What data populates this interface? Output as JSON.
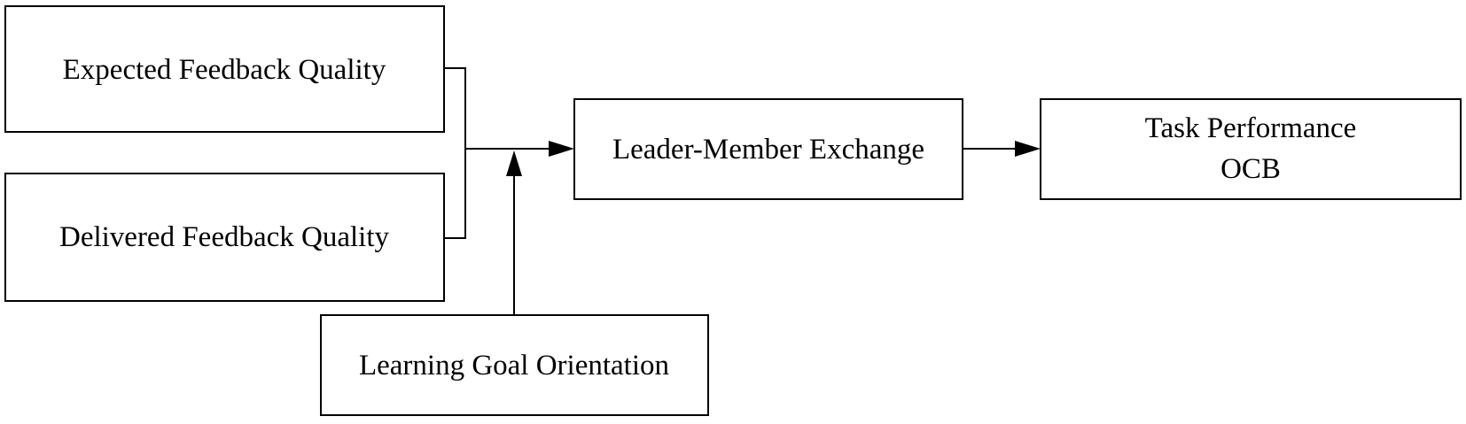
{
  "nodes": {
    "expected_feedback_quality": "Expected Feedback Quality",
    "delivered_feedback_quality": "Delivered Feedback Quality",
    "learning_goal_orientation": "Learning Goal Orientation",
    "leader_member_exchange": "Leader-Member Exchange",
    "outcomes": {
      "line1": "Task Performance",
      "line2": "OCB"
    }
  },
  "colors": {
    "stroke": "#000000",
    "background": "#ffffff"
  }
}
